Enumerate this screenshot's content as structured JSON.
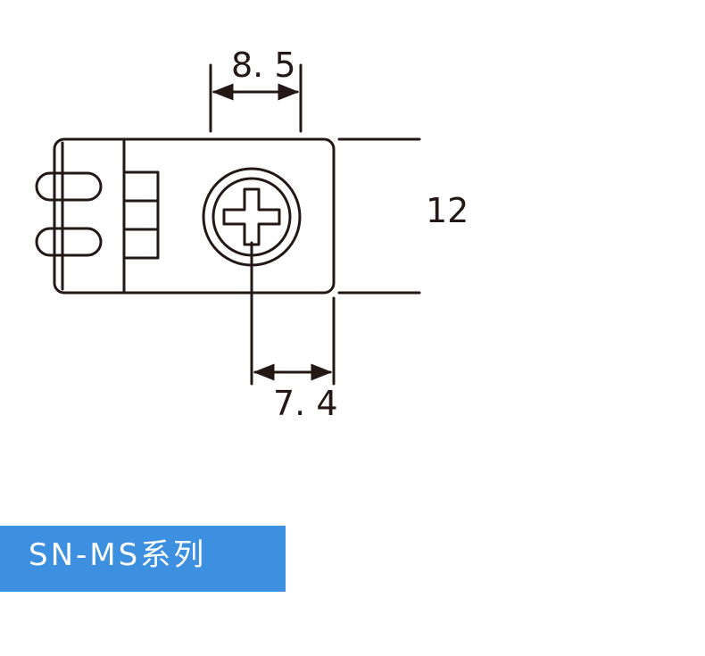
{
  "diagram": {
    "dimensions": {
      "top_width": "8. 5",
      "height": "12",
      "screw_offset": "7. 4"
    },
    "colors": {
      "line": "#231815",
      "banner_bg": "#3d8fe0",
      "banner_text": "#ffffff"
    }
  },
  "banner": {
    "label": "SN-MS系列"
  }
}
